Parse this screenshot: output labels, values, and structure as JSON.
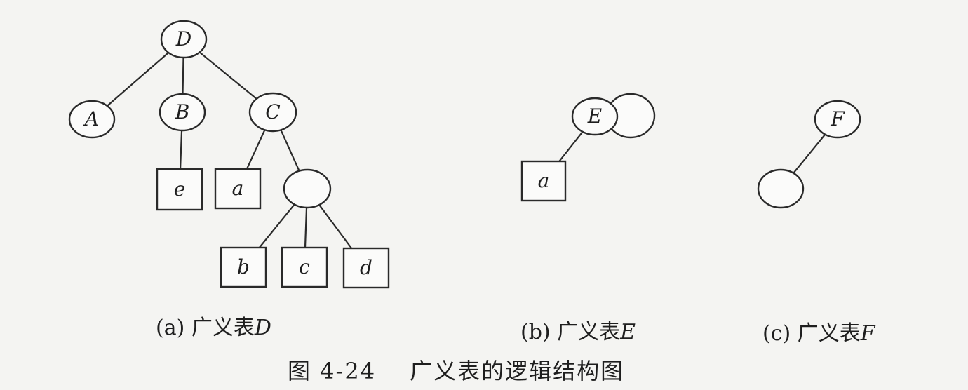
{
  "figures": {
    "a": {
      "caption_tag": "(a)",
      "caption_label": "广义表",
      "caption_var": "D",
      "nodes": [
        {
          "id": "D",
          "label": "D",
          "shape": "circle"
        },
        {
          "id": "A",
          "label": "A",
          "shape": "circle"
        },
        {
          "id": "B",
          "label": "B",
          "shape": "circle"
        },
        {
          "id": "C",
          "label": "C",
          "shape": "circle"
        },
        {
          "id": "e",
          "label": "e",
          "shape": "box"
        },
        {
          "id": "a",
          "label": "a",
          "shape": "box"
        },
        {
          "id": "sub",
          "label": "",
          "shape": "circle"
        },
        {
          "id": "b",
          "label": "b",
          "shape": "box"
        },
        {
          "id": "c",
          "label": "c",
          "shape": "box"
        },
        {
          "id": "d",
          "label": "d",
          "shape": "box"
        }
      ],
      "edges": [
        [
          "D",
          "A"
        ],
        [
          "D",
          "B"
        ],
        [
          "D",
          "C"
        ],
        [
          "B",
          "e"
        ],
        [
          "C",
          "a"
        ],
        [
          "C",
          "sub"
        ],
        [
          "sub",
          "b"
        ],
        [
          "sub",
          "c"
        ],
        [
          "sub",
          "d"
        ]
      ]
    },
    "b": {
      "caption_tag": "(b)",
      "caption_label": "广义表",
      "caption_var": "E",
      "nodes": [
        {
          "id": "E",
          "label": "E",
          "shape": "circle"
        },
        {
          "id": "E_self",
          "label": "",
          "shape": "loop"
        },
        {
          "id": "a2",
          "label": "a",
          "shape": "box"
        }
      ],
      "edges": [
        [
          "E",
          "a2"
        ]
      ]
    },
    "c": {
      "caption_tag": "(c)",
      "caption_label": "广义表",
      "caption_var": "F",
      "nodes": [
        {
          "id": "F",
          "label": "F",
          "shape": "circle"
        },
        {
          "id": "empty",
          "label": "",
          "shape": "circle"
        }
      ],
      "edges": [
        [
          "F",
          "empty"
        ]
      ]
    }
  },
  "figure_title": {
    "number": "图 4-24",
    "text": "广义表的逻辑结构图"
  }
}
